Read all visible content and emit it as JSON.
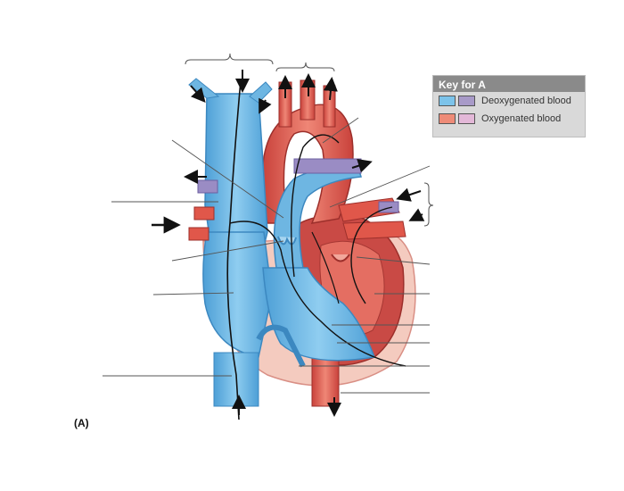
{
  "panel_label": "(A)",
  "key": {
    "title": "Key for A",
    "rows": [
      {
        "label": "Deoxygenated blood",
        "swatch_colors": [
          "#7cc3ea",
          "#a89ac8"
        ]
      },
      {
        "label": "Oxygenated blood",
        "swatch_colors": [
          "#ee8b78",
          "#e3b8d8"
        ]
      }
    ]
  },
  "colors": {
    "deoxygenated": "#6eb6e2",
    "deoxygenated_dark": "#3c88c0",
    "oxygenated": "#e0574a",
    "oxygenated_dark": "#b83a34",
    "pulmonary_vessel": "#9a8cc4",
    "myocardium": "#c94a45",
    "pericardium": "#f4cbbf",
    "flow_arrow": "#111111",
    "leader_line": "#555555"
  },
  "leader_line_count": 13
}
